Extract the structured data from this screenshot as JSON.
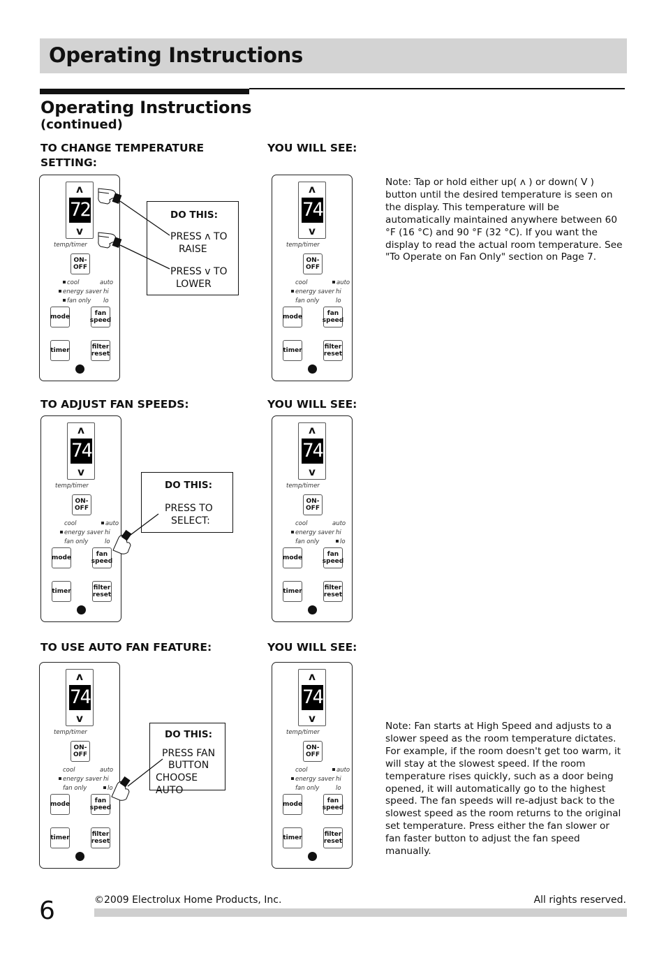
{
  "header": {
    "title": "Operating Instructions"
  },
  "section": {
    "title": "Operating Instructions",
    "subtitle": "(continued)"
  },
  "panel_labels": {
    "arrow_up": "ʌ",
    "arrow_down": "v",
    "temp_timer": "temp/timer",
    "on_off_1": "ON-",
    "on_off_2": "OFF",
    "cool": "cool",
    "auto": "auto",
    "energy_saver": "energy saver",
    "hi": "hi",
    "fan_only": "fan only",
    "lo": "lo",
    "mode": "mode",
    "fan_1": "fan",
    "fan_2": "speed",
    "timer": "timer",
    "filter_1": "filter",
    "filter_2": "reset"
  },
  "rows": [
    {
      "do_heading": "TO CHANGE TEMPERATURE SETTING:",
      "see_heading": "YOU WILL SEE:",
      "do_display": "72",
      "see_display": "74",
      "do_box": {
        "title": "DO THIS:",
        "line1": "PRESS ʌ TO",
        "line2": "RAISE",
        "line3": "PRESS v TO",
        "line4": "LOWER"
      },
      "note": "Note: Tap or hold either up( ʌ ) or down( V ) button until the desired temperature is seen on the display. This temperature will be automatically maintained anywhere between 60 °F (16 °C) and 90 °F (32 °C). If you want the display to read the actual room temperature. See \"To Operate on Fan Only\" section on Page 7."
    },
    {
      "do_heading": "TO ADJUST FAN SPEEDS:",
      "see_heading": "YOU WILL SEE:",
      "do_display": "74",
      "see_display": "74",
      "do_box": {
        "title": "DO THIS:",
        "line1": "PRESS TO",
        "line2": "SELECT:"
      }
    },
    {
      "do_heading": "TO USE AUTO FAN FEATURE:",
      "see_heading": "YOU WILL SEE:",
      "do_display": "74",
      "see_display": "74",
      "do_box": {
        "title": "DO THIS:",
        "line1": "PRESS FAN",
        "line2": "BUTTON",
        "line3": "CHOOSE AUTO"
      },
      "note": "Note: Fan starts at High Speed and adjusts to a slower speed as the room temperature dictates. For example, if the room doesn't get too warm, it will stay at the slowest speed. If the room temperature rises quickly, such as a door being opened, it will automatically go to the highest speed. The fan speeds will re-adjust back to the slowest speed as the room returns to the original set temperature. Press either the fan slower or fan faster button to adjust the fan speed manually."
    }
  ],
  "footer": {
    "page_number": "6",
    "copyright": "©2009 Electrolux Home Products, Inc.",
    "rights": "All rights reserved."
  }
}
